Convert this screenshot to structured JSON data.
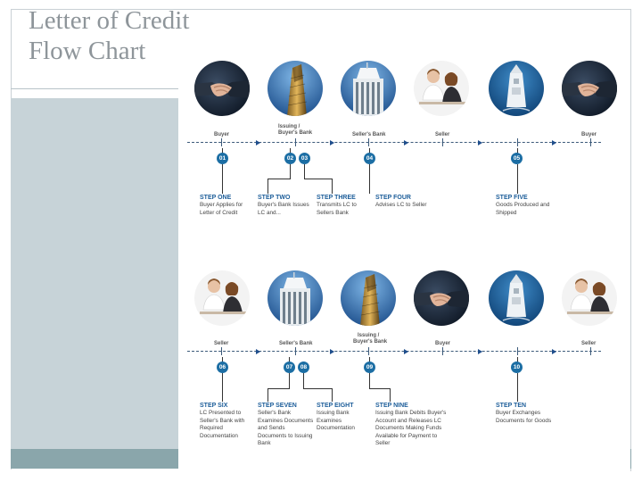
{
  "title": {
    "line1": "Letter of Credit",
    "line2": "Flow Chart"
  },
  "row1": {
    "photos": [
      "handshake-icon",
      "tower-icon",
      "office-building-icon",
      "businesswomen-icon",
      "cargo-ship-icon",
      "handshake-icon"
    ],
    "parties": {
      "buyer": "Buyer",
      "issuing": "Issuing /",
      "issuing2": "Buyer's Bank",
      "sellers_bank": "Seller's Bank",
      "seller": "Seller",
      "buyer_end": "Buyer"
    },
    "badges": [
      "01",
      "02",
      "03",
      "04",
      "05"
    ],
    "steps": [
      {
        "title": "STEP ONE",
        "text": "Buyer Applies for Letter of Credit"
      },
      {
        "title": "STEP TWO",
        "text": "Buyer's Bank Issues LC and..."
      },
      {
        "title": "STEP THREE",
        "text": "Transmits LC to Sellers Bank"
      },
      {
        "title": "STEP FOUR",
        "text": "Advises LC to Seller"
      },
      {
        "title": "STEP FIVE",
        "text": "Goods Produced and Shipped"
      }
    ]
  },
  "row2": {
    "photos": [
      "businesswomen-icon",
      "office-building-icon",
      "tower-icon",
      "handshake-icon",
      "cargo-ship-icon",
      "businesswomen-icon"
    ],
    "parties": {
      "seller": "Seller",
      "sellers_bank": "Seller's Bank",
      "issuing": "Issuing /",
      "issuing2": "Buyer's Bank",
      "buyer": "Buyer",
      "seller_end": "Seller"
    },
    "badges": [
      "06",
      "07",
      "08",
      "09",
      "10"
    ],
    "steps": [
      {
        "title": "STEP SIX",
        "text": "LC Presented to Seller's Bank with Required Documentation"
      },
      {
        "title": "STEP SEVEN",
        "text": "Seller's Bank Examines Documents and Sends Documents to Issuing Bank"
      },
      {
        "title": "STEP EIGHT",
        "text": "Issuing Bank Examines Documentation"
      },
      {
        "title": "STEP NINE",
        "text": "Issuing Bank Debits Buyer's Account and Releases LC Documents Making Funds Available for Payment to Seller"
      },
      {
        "title": "STEP TEN",
        "text": "Buyer Exchanges Documents for Goods"
      }
    ]
  },
  "colors": {
    "accent": "#1c6ea4",
    "title": "#8e959a",
    "panel": "#c7d3d8",
    "bar": "#8aa6ab"
  }
}
